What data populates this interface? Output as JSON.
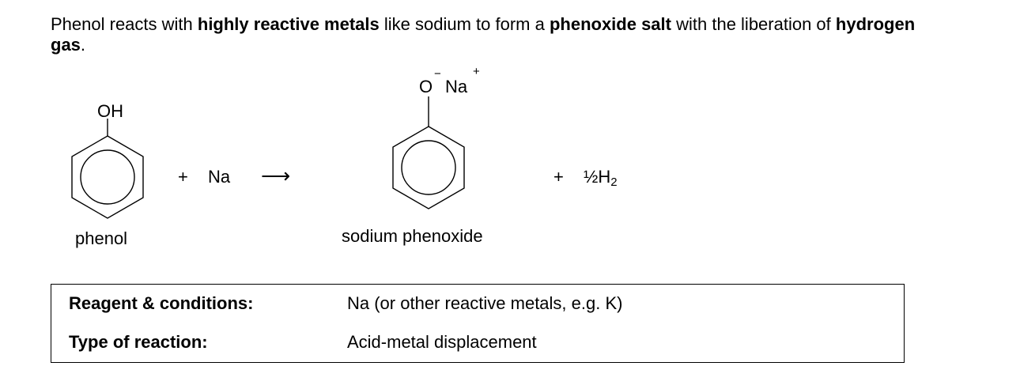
{
  "intro": {
    "p1": "Phenol reacts with ",
    "b1": "highly reactive metals",
    "p2": " like sodium to form a ",
    "b2": "phenoxide salt",
    "p3": " with the liberation of ",
    "b3": "hydrogen gas",
    "p4": "."
  },
  "equation": {
    "reactant_group": "OH",
    "reactant_name": "phenol",
    "plus1": "+",
    "reagent": "Na",
    "arrow": "⟶",
    "product_o": "O",
    "product_minus": "−",
    "product_na": "Na",
    "product_plus": "+",
    "product_name": "sodium phenoxide",
    "plus2": "+",
    "byproduct": "½H",
    "byproduct_sub": "2"
  },
  "conditions": {
    "reagent_label": "Reagent & conditions:",
    "reagent_value": "Na (or other reactive metals, e.g. K)",
    "type_label": "Type of reaction:",
    "type_value": "Acid-metal displacement"
  }
}
